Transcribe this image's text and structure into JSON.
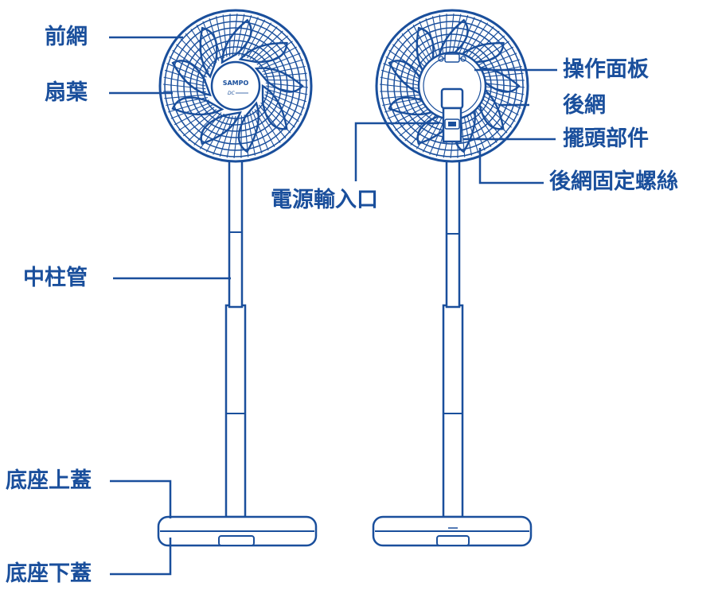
{
  "colors": {
    "primary": "#1a4f9c",
    "label": "#1a4f9c",
    "background": "#ffffff"
  },
  "fan_front": {
    "brand": "SAMPO",
    "sub_brand": "DC"
  },
  "labels": {
    "front_grille": "前網",
    "blades": "扇葉",
    "middle_pole": "中柱管",
    "base_top_cover": "底座上蓋",
    "base_bottom_cover": "底座下蓋",
    "control_panel": "操作面板",
    "rear_grille": "後網",
    "oscillation_part": "擺頭部件",
    "rear_grille_screw": "後網固定螺絲",
    "power_inlet": "電源輸入口"
  }
}
